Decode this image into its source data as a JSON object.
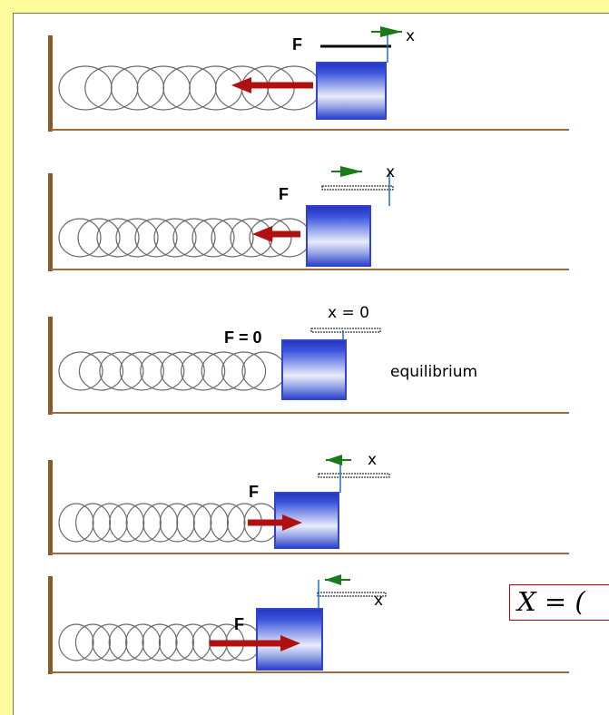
{
  "title": "",
  "rows": [
    {
      "force_label": "F",
      "position_label": "x",
      "flag_dir": "right",
      "force_dir": "left",
      "force_strength": "large",
      "note": ""
    },
    {
      "force_label": "F",
      "position_label": "x",
      "flag_dir": "right",
      "force_dir": "left",
      "force_strength": "small",
      "note": ""
    },
    {
      "force_label": "F = 0",
      "position_label": "x = 0",
      "flag_dir": "none",
      "force_dir": "none",
      "force_strength": "none",
      "note": "equilibrium"
    },
    {
      "force_label": "F",
      "position_label": "x",
      "flag_dir": "left",
      "force_dir": "right",
      "force_strength": "small",
      "note": ""
    },
    {
      "force_label": "F",
      "position_label": "x",
      "flag_dir": "left",
      "force_dir": "right",
      "force_strength": "large",
      "note": ""
    }
  ],
  "formula": {
    "text": "X = ("
  },
  "colors": {
    "page_background": "#fefd9e",
    "wall": "#8b5a2b",
    "floor": "#a06a40",
    "spring": "#6a6a6a",
    "block": "#3344cc",
    "force_arrow": "#b01010",
    "flag": "#1a7a1a",
    "formula_border": "#c00000"
  }
}
